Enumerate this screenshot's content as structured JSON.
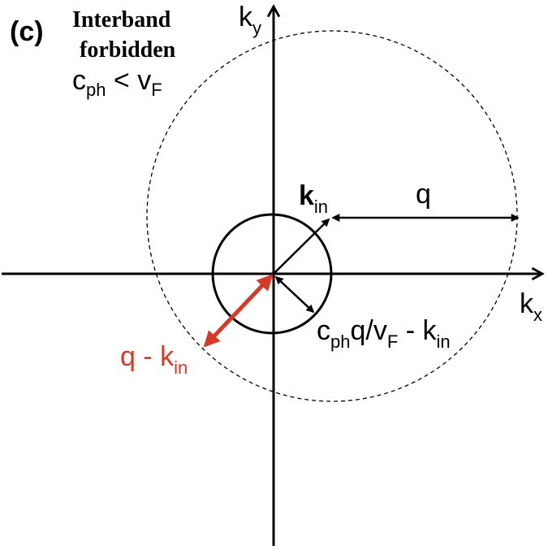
{
  "panel": {
    "label": "(c)",
    "title_line1": "Interband",
    "title_line2": "forbidden",
    "condition": {
      "main": "c",
      "sub1": "ph",
      "mid": " < v",
      "sub2": "F"
    }
  },
  "axes": {
    "ky": {
      "main": "k",
      "sub": "y"
    },
    "kx": {
      "main": "k",
      "sub": "x"
    }
  },
  "vectors": {
    "kin": {
      "main": "k",
      "sub": "in"
    },
    "q": {
      "main": "q"
    },
    "diff_red": {
      "prefix": "q - k",
      "sub": "in"
    },
    "cphq": {
      "p1": "c",
      "s1": "ph",
      "p2": "q/v",
      "s2": "F",
      "p3": " - k",
      "s3": "in"
    }
  },
  "colors": {
    "ink": "#000000",
    "accent_red": "#d63a26"
  }
}
